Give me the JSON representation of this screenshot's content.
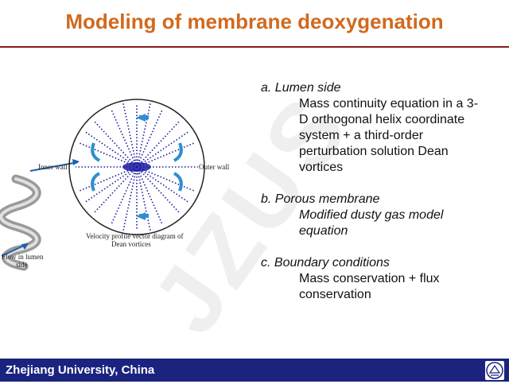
{
  "title": "Modeling of membrane deoxygenation",
  "watermark": "JZUS",
  "figure": {
    "inner_wall": "Inner wall",
    "outer_wall": "Outer wall",
    "caption_line1": "Velocity profile vector diagram of",
    "caption_line2": "Dean vortices",
    "flow_line1": "Flow in lumen",
    "flow_line2": "side",
    "colors": {
      "arrow": "#1f5fa8",
      "vector": "#1a1aa0",
      "circle": "#222222"
    }
  },
  "sections": {
    "a": {
      "heading": "a. Lumen side",
      "line1": "Mass continuity equation in a 3-",
      "line2": "D orthogonal helix coordinate",
      "line3": "system + a third-order",
      "line4": "perturbation solution Dean",
      "line5": "vortices"
    },
    "b": {
      "heading": "b. Porous membrane",
      "line1": "Modified dusty gas model",
      "line2": "equation"
    },
    "c": {
      "heading": "c. Boundary conditions",
      "line1": "Mass conservation + flux",
      "line2": "conservation"
    }
  },
  "footer": {
    "text": "Zhejiang University, China",
    "logo_icon": "university-seal-icon",
    "background": "#1a237e"
  }
}
